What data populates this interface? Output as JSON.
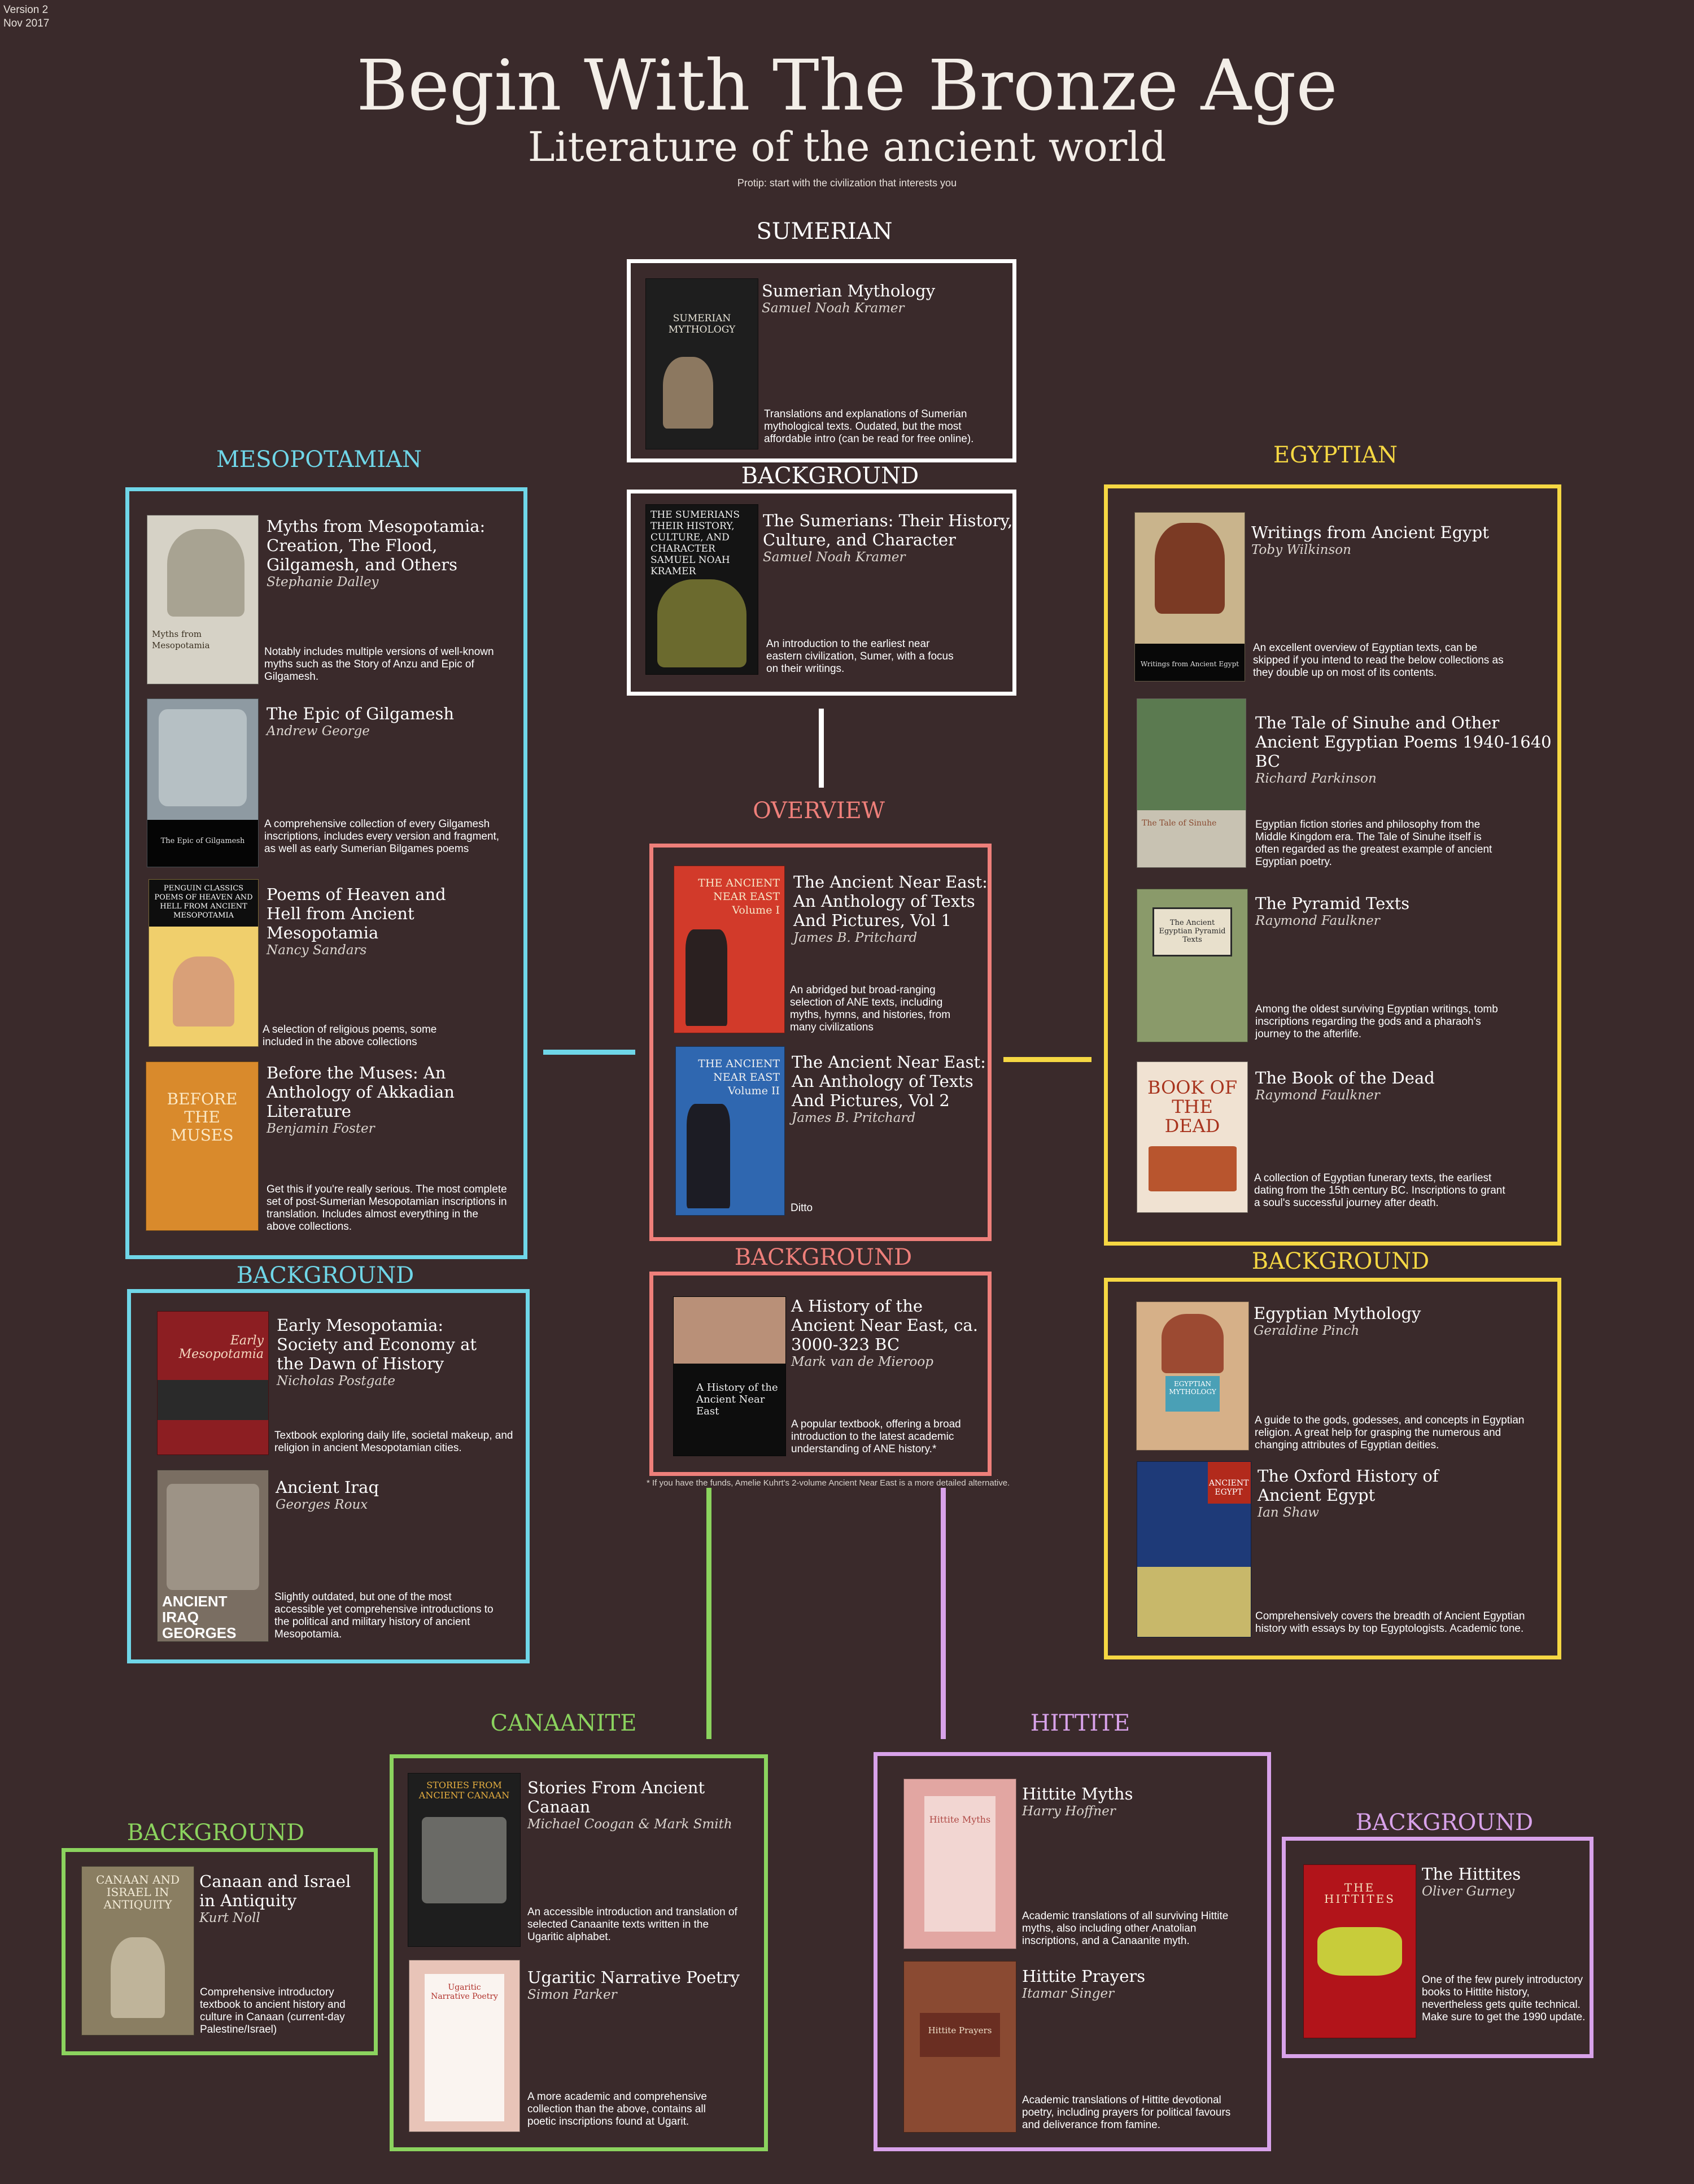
{
  "version": [
    "Version 2",
    "Nov 2017"
  ],
  "title": "Begin With The Bronze Age",
  "subtitle": "Literature of the ancient world",
  "protip": "Protip: start with the civilization that interests you",
  "colors": {
    "background": "#3a2a2b",
    "sumerian": "#ffffff",
    "mesopotamian": "#6fd6e8",
    "egyptian": "#f5d743",
    "overview": "#ee7f7a",
    "canaanite": "#8bd35e",
    "hittite": "#d8a2ea"
  },
  "labels": {
    "sumerian": "SUMERIAN",
    "sumerian_background": "BACKGROUND",
    "mesopotamian": "MESOPOTAMIAN",
    "mesopotamian_background": "BACKGROUND",
    "egyptian": "EGYPTIAN",
    "egyptian_background": "BACKGROUND",
    "overview": "OVERVIEW",
    "overview_background": "BACKGROUND",
    "canaanite": "CANAANITE",
    "canaanite_background": "BACKGROUND",
    "hittite": "HITTITE",
    "hittite_background": "BACKGROUND"
  },
  "footnote": "* If you have the funds, Amelie Kuhrt's 2-volume Ancient Near East is a more detailed alternative.",
  "books": {
    "sumerian_mythology": {
      "title": "Sumerian Mythology",
      "author": "Samuel Noah Kramer",
      "desc": "Translations and explanations of Sumerian mythological texts. Oudated, but the most affordable intro (can be read for free online).",
      "cover_text": "SUMERIAN MYTHOLOGY"
    },
    "the_sumerians": {
      "title": "The Sumerians: Their History, Culture, and Character",
      "author": "Samuel Noah Kramer",
      "desc": "An introduction to the earliest near eastern civilization, Sumer, with a focus on their writings.",
      "cover_text": "THE SUMERIANS THEIR HISTORY, CULTURE, AND CHARACTER SAMUEL NOAH KRAMER"
    },
    "myths_from_mesopotamia": {
      "title": "Myths from Mesopotamia: Creation, The Flood, Gilgamesh, and Others",
      "author": "Stephanie Dalley",
      "desc": "Notably includes multiple versions of well-known myths such as the Story of Anzu and Epic of Gilgamesh.",
      "cover_text": "Myths from Mesopotamia"
    },
    "epic_of_gilgamesh": {
      "title": "The Epic of Gilgamesh",
      "author": "Andrew George",
      "desc": "A comprehensive collection of every Gilgamesh inscriptions, includes every version and fragment, as well as early Sumerian Bilgames poems",
      "cover_text": "The Epic of Gilgamesh"
    },
    "poems_of_heaven_and_hell": {
      "title": "Poems of Heaven and Hell from Ancient Mesopotamia",
      "author": "Nancy Sandars",
      "desc": "A selection of religious poems, some included in the above collections",
      "cover_text": "PENGUIN CLASSICS POEMS OF HEAVEN AND HELL FROM ANCIENT MESOPOTAMIA"
    },
    "before_the_muses": {
      "title": "Before the Muses: An Anthology of Akkadian Literature",
      "author": "Benjamin Foster",
      "desc": "Get this if you're really serious. The most complete set of post-Sumerian Mesopotamian inscriptions in translation. Includes almost everything in the above collections.",
      "cover_text": "BEFORE THE MUSES"
    },
    "early_mesopotamia": {
      "title": "Early Mesopotamia: Society and Economy at the Dawn of History",
      "author": "Nicholas Postgate",
      "desc": "Textbook exploring daily life, societal makeup, and religion in ancient Mesopotamian cities.",
      "cover_text": "Early Mesopotamia"
    },
    "ancient_iraq": {
      "title": "Ancient Iraq",
      "author": "Georges Roux",
      "desc": "Slightly outdated, but one of the most accessible yet comprehensive introductions to the political and military history of ancient Mesopotamia.",
      "cover_text": "ANCIENT IRAQ GEORGES ROUX"
    },
    "ane_vol1": {
      "title": "The Ancient Near East: An Anthology of Texts And Pictures, Vol 1",
      "author": "James B. Pritchard",
      "desc": "An abridged but broad-ranging selection of ANE texts, including myths, hymns, and histories, from many civilizations",
      "cover_text": "THE ANCIENT NEAR EAST Volume I"
    },
    "ane_vol2": {
      "title": "The Ancient Near East: An Anthology of Texts And Pictures, Vol 2",
      "author": "James B. Pritchard",
      "desc": "Ditto",
      "cover_text": "THE ANCIENT NEAR EAST Volume II"
    },
    "history_of_ane": {
      "title": "A History of the Ancient Near East, ca. 3000-323 BC",
      "author": "Mark van de Mieroop",
      "desc": "A popular textbook, offering a broad introduction to the latest academic understanding of ANE history.*",
      "cover_text": "A History of the Ancient Near East"
    },
    "writings_from_ancient_egypt": {
      "title": "Writings from Ancient Egypt",
      "author": "Toby Wilkinson",
      "desc": "An excellent overview of Egyptian texts, can be skipped if you intend to read the below collections as they double up on most of its contents.",
      "cover_text": "Writings from Ancient Egypt"
    },
    "tale_of_sinuhe": {
      "title": "The Tale of Sinuhe and Other Ancient Egyptian Poems 1940-1640 BC",
      "author": "Richard Parkinson",
      "desc": "Egyptian fiction stories and philosophy from the Middle Kingdom era. The Tale of Sinuhe itself is often regarded as the greatest example of ancient Egyptian poetry.",
      "cover_text": "The Tale of Sinuhe"
    },
    "pyramid_texts": {
      "title": "The Pyramid Texts",
      "author": "Raymond Faulkner",
      "desc": "Among the oldest surviving Egyptian writings, tomb inscriptions regarding the gods and a pharaoh's journey to the afterlife.",
      "cover_text": "The Ancient Egyptian Pyramid Texts"
    },
    "book_of_the_dead": {
      "title": "The Book of the Dead",
      "author": "Raymond Faulkner",
      "desc": "A collection of Egyptian funerary texts, the earliest dating from the 15th century BC. Inscriptions to grant a soul's successful journey after death.",
      "cover_text": "BOOK OF THE DEAD"
    },
    "egyptian_mythology": {
      "title": "Egyptian Mythology",
      "author": "Geraldine Pinch",
      "desc": "A guide to the gods, godesses, and concepts in Egyptian religion. A great help for grasping the numerous and changing attributes of Egyptian deities.",
      "cover_text": "EGYPTIAN MYTHOLOGY"
    },
    "oxford_history_egypt": {
      "title": "The Oxford History of Ancient Egypt",
      "author": "Ian Shaw",
      "desc": "Comprehensively covers the breadth of Ancient Egyptian history with essays by top Egyptologists. Academic tone.",
      "cover_text": "ANCIENT EGYPT"
    },
    "stories_from_ancient_canaan": {
      "title": "Stories From Ancient Canaan",
      "author": "Michael Coogan & Mark Smith",
      "desc": "An accessible introduction and translation of selected Canaanite texts written in the Ugaritic alphabet.",
      "cover_text": "STORIES FROM ANCIENT CANAAN"
    },
    "ugaritic_narrative_poetry": {
      "title": "Ugaritic Narrative Poetry",
      "author": "Simon Parker",
      "desc": "A more academic and comprehensive collection than the above, contains all poetic inscriptions found at Ugarit.",
      "cover_text": "Ugaritic Narrative Poetry"
    },
    "canaan_and_israel": {
      "title": "Canaan and Israel in Antiquity",
      "author": "Kurt Noll",
      "desc": "Comprehensive introductory textbook to ancient history and culture in Canaan (current-day Palestine/Israel)",
      "cover_text": "CANAAN AND ISRAEL IN ANTIQUITY"
    },
    "hittite_myths": {
      "title": "Hittite Myths",
      "author": "Harry Hoffner",
      "desc": "Academic translations of all surviving Hittite myths, also including other Anatolian inscriptions, and a Canaanite myth.",
      "cover_text": "Hittite Myths"
    },
    "hittite_prayers": {
      "title": "Hittite Prayers",
      "author": "Itamar Singer",
      "desc": "Academic translations of Hittite devotional poetry, including prayers for political favours and deliverance from famine.",
      "cover_text": "Hittite Prayers"
    },
    "the_hittites": {
      "title": "The Hittites",
      "author": "Oliver Gurney",
      "desc": "One of the few purely introductory books to Hittite history, nevertheless gets quite technical. Make sure to get the 1990 update.",
      "cover_text": "THE HITTITES"
    }
  }
}
